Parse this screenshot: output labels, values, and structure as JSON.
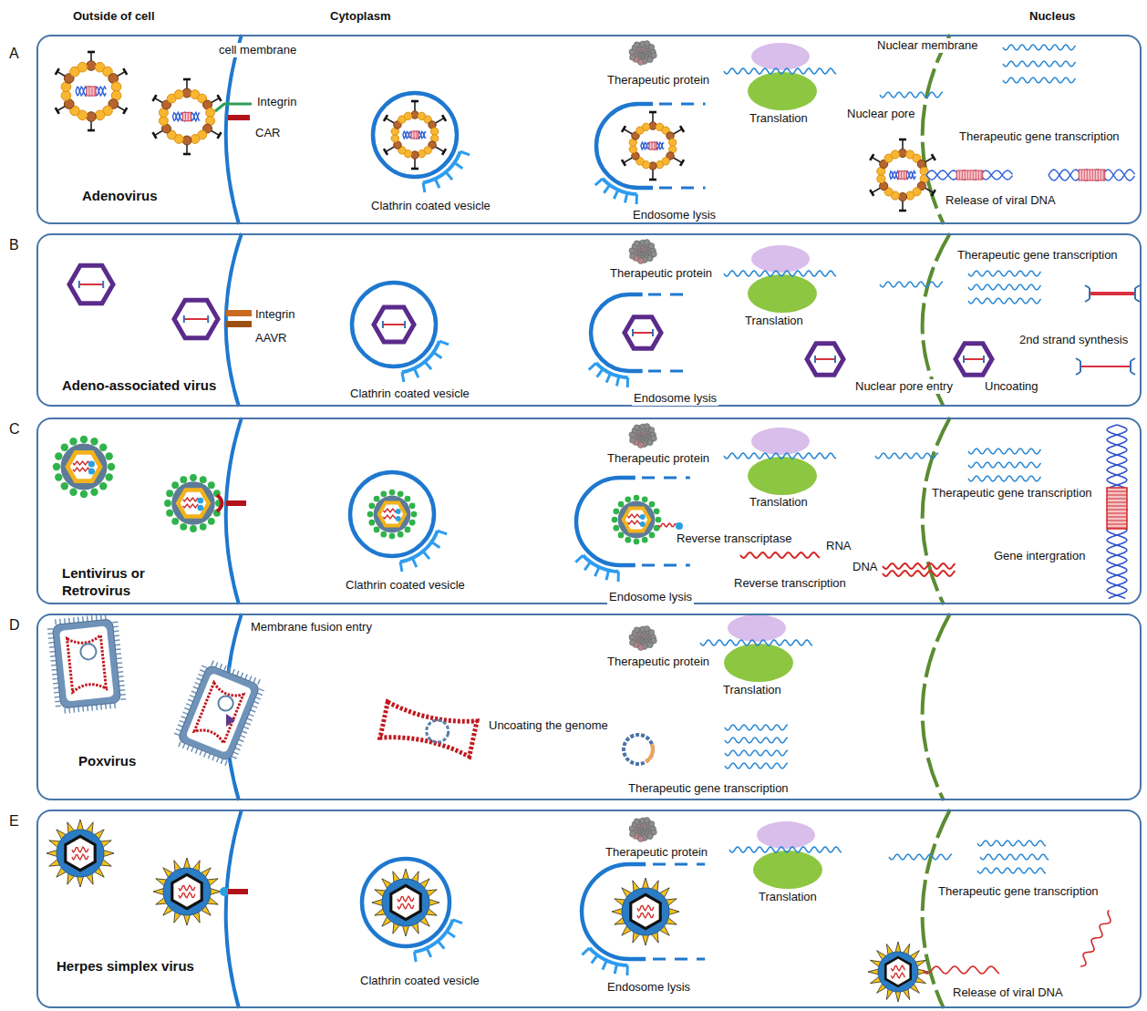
{
  "diagram": {
    "nodes": [
      {
        "text": [
          "A",
          "Adenovirus"
        ]
      },
      {
        "text": [
          "B",
          "Adeno-associated virus"
        ]
      },
      {
        "text": [
          "C",
          "Lentivirus or Retrovirus"
        ]
      },
      {
        "text": [
          "D",
          "Poxvirus"
        ]
      },
      {
        "text": [
          "E",
          "Herpes simplex virus"
        ]
      }
    ],
    "labels": [
      "Outside of cell",
      "Cytoplasm",
      "Nucleus",
      "cell membrane",
      "Nuclear membrane",
      "Therapeutic protein",
      "Integrin",
      "Nuclear pore",
      "Translation",
      "CAR",
      "Therapeutic gene transcription",
      "Release of viral DNA",
      "Clathrin coated vesicle",
      "Endosome lysis",
      "Therapeutic gene transcription",
      "Therapeutic protein",
      "Integrin",
      "Translation",
      "AAVR",
      "2nd strand synthesis",
      "Nuclear pore entry",
      "Uncoating",
      "Clathrin coated vesicle",
      "Endosome lysis",
      "Therapeutic protein",
      "Therapeutic gene transcription",
      "Translation",
      "Reverse transcriptase",
      "RNA",
      "Gene intergration",
      "DNA",
      "Reverse transcription",
      "Clathrin coated vesicle",
      "Endosome lysis",
      "Membrane fusion entry",
      "Therapeutic protein",
      "Translation",
      "Uncoating the genome",
      "Therapeutic gene transcription",
      "Therapeutic protein",
      "Therapeutic gene transcription",
      "Translation",
      "Clathrin coated vesicle",
      "Endosome lysis",
      "Release of viral DNA"
    ]
  }
}
